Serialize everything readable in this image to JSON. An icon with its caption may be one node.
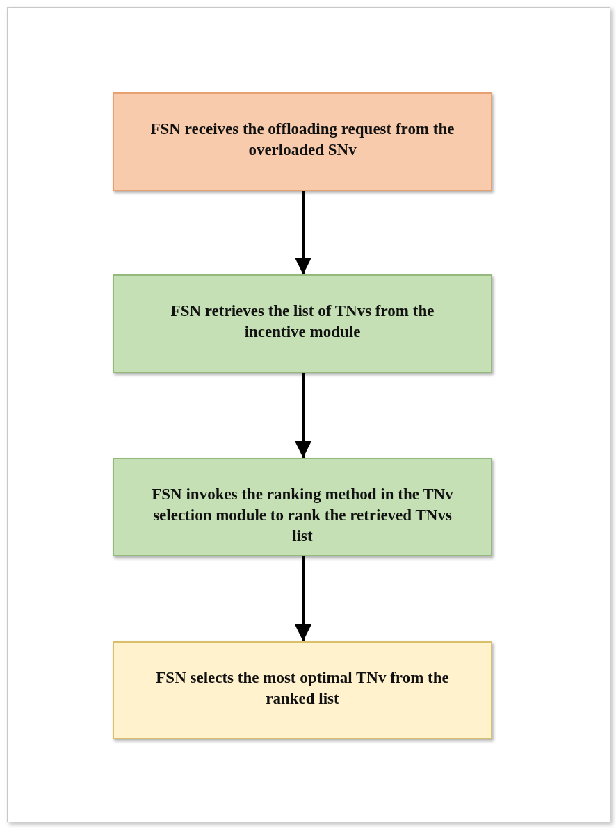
{
  "diagram": {
    "nodes": [
      {
        "text": [
          "FSN receives the offloading request from the overloaded SNv"
        ]
      },
      {
        "text": [
          "FSN retrieves the list of TNvs from the incentive module"
        ]
      },
      {
        "text": [
          "FSN invokes the ranking method in the TNv selection module to rank the retrieved TNvs list"
        ]
      },
      {
        "text": [
          "FSN selects the most optimal  TNv from the ranked list"
        ]
      }
    ],
    "edges": [
      {
        "from": 0,
        "to": 1,
        "arrow": "to"
      },
      {
        "from": 1,
        "to": 2,
        "arrow": "to"
      },
      {
        "from": 2,
        "to": 3,
        "arrow": "to"
      }
    ]
  }
}
